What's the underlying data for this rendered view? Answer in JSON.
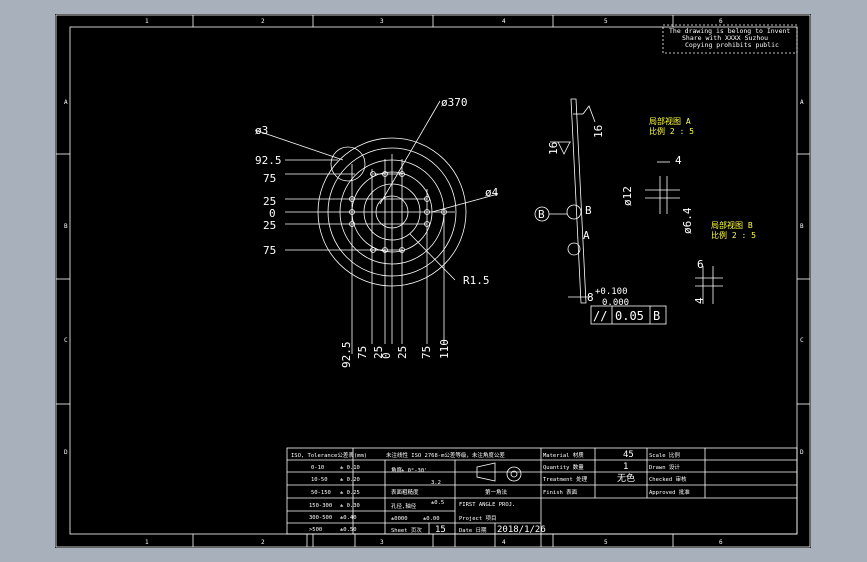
{
  "zones": {
    "top": [
      "1",
      "2",
      "3",
      "4",
      "5",
      "6"
    ],
    "side": [
      "A",
      "B",
      "C",
      "D"
    ]
  },
  "notice": [
    "The drawing is belong to Invent",
    "Share with XXXX Suzhou",
    "Copying prohibits public"
  ],
  "plan_dims": {
    "d370": "ø370",
    "d3": "ø3",
    "d4": "ø4",
    "r15": "R1.5",
    "left": [
      "92.5",
      "75",
      "25",
      "0",
      "25",
      "75"
    ],
    "bottom": [
      "92.5",
      "75",
      "25",
      "0",
      "25",
      "75",
      "110"
    ]
  },
  "side_view": {
    "angle_top": "16",
    "angle_left": "16",
    "label_b": "B",
    "label_a": "A",
    "width": "8",
    "tol_up": "+0.100",
    "tol_low": "0.000",
    "fcf_sym": "//",
    "fcf_val": "0.05",
    "fcf_ref": "B"
  },
  "detail_a": {
    "title": "局部视图 A",
    "scale": "比例 2 : 5",
    "d12": "ø12",
    "d64": "ø6.4",
    "w4": "4"
  },
  "detail_b": {
    "title": "局部视图 B",
    "scale": "比例 2 : 5",
    "w6": "6",
    "h4": "4"
  },
  "title_block": {
    "tol_header": "ISO, Tolerance公差表(mm)",
    "tol_note": "未注线性 ISO 2768-m公差等级，未注角度公差",
    "tol_rows": [
      {
        "range": "0-10",
        "tol": "± 0.10"
      },
      {
        "range": "10-50",
        "tol": "± 0.20"
      },
      {
        "range": "50-150",
        "tol": "± 0.25"
      },
      {
        "range": "150-300",
        "tol": "± 0.30"
      },
      {
        "range": "300-500",
        "tol": "±0.40"
      },
      {
        "range": ">500",
        "tol": "±0.50"
      }
    ],
    "angle_label": "角度",
    "angle_val": "± 0°-30'",
    "rough_label": "表面粗糙度",
    "rough_val": "3.2",
    "hole_label": "孔径,轴径",
    "hole_val": "±0.5",
    "weight_label": "±0000",
    "weight_val": "±0.00",
    "sheet_label": "Sheet 页次",
    "sheet_val": "15",
    "date_label": "Date 日期",
    "date_val": "2018/1/26",
    "angle_proj_cn": "第一角法",
    "angle_proj": "FIRST ANGLE PROJ.",
    "material_label": "Material 材质",
    "qty_label": "Quantity 数量",
    "treatment_label": "Treatment 处理",
    "finish_label": "Finish 表面",
    "qty_value": "45",
    "qty_unit": "1",
    "finish_value": "无色",
    "scale_label": "Scale 比例",
    "drawn_label": "Drawn 设计",
    "check_label": "Checked 审核",
    "approve_label": "Approved 批准",
    "proj_label": "Project 项目"
  },
  "colors": {
    "sheet": "#000000",
    "background": "#a8b0bc",
    "line": "#ffffff",
    "dim": "#ffff3c",
    "label": "#ff4040"
  }
}
